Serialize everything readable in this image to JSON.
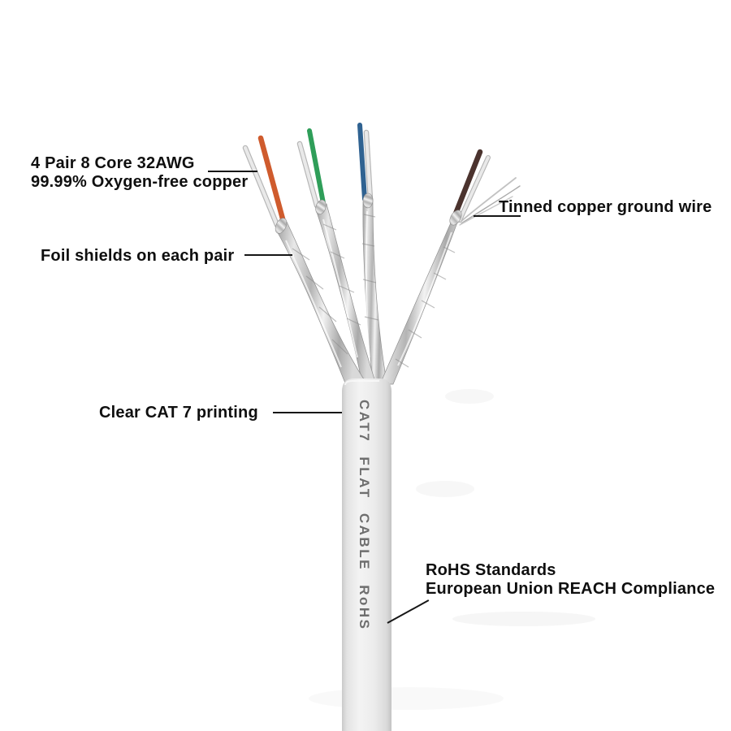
{
  "annotations": {
    "pair_core": {
      "line1": "4 Pair 8 Core 32AWG",
      "line2": "99.99% Oxygen-free copper"
    },
    "foil_shields": "Foil shields on each pair",
    "ground_wire": "Tinned copper ground wire",
    "printing": "Clear CAT 7 printing",
    "rohs": {
      "line1": "RoHS Standards",
      "line2": "European Union REACH Compliance"
    }
  },
  "cable": {
    "print_text": "CAT7 FLAT CABLE RoHS",
    "print_color": "#6e6e6e",
    "jacket_color": "#ededed"
  },
  "wires": {
    "pairs": [
      {
        "name": "orange pair",
        "color": "#cf5b2d"
      },
      {
        "name": "green pair",
        "color": "#2f9e59"
      },
      {
        "name": "blue pair",
        "color": "#2f6291"
      },
      {
        "name": "brown pair",
        "color": "#4b332e"
      }
    ],
    "white_wire_color": "#e9e9e9",
    "ground_strand_color": "#c2c2c2",
    "label_line_color": "#161616"
  }
}
